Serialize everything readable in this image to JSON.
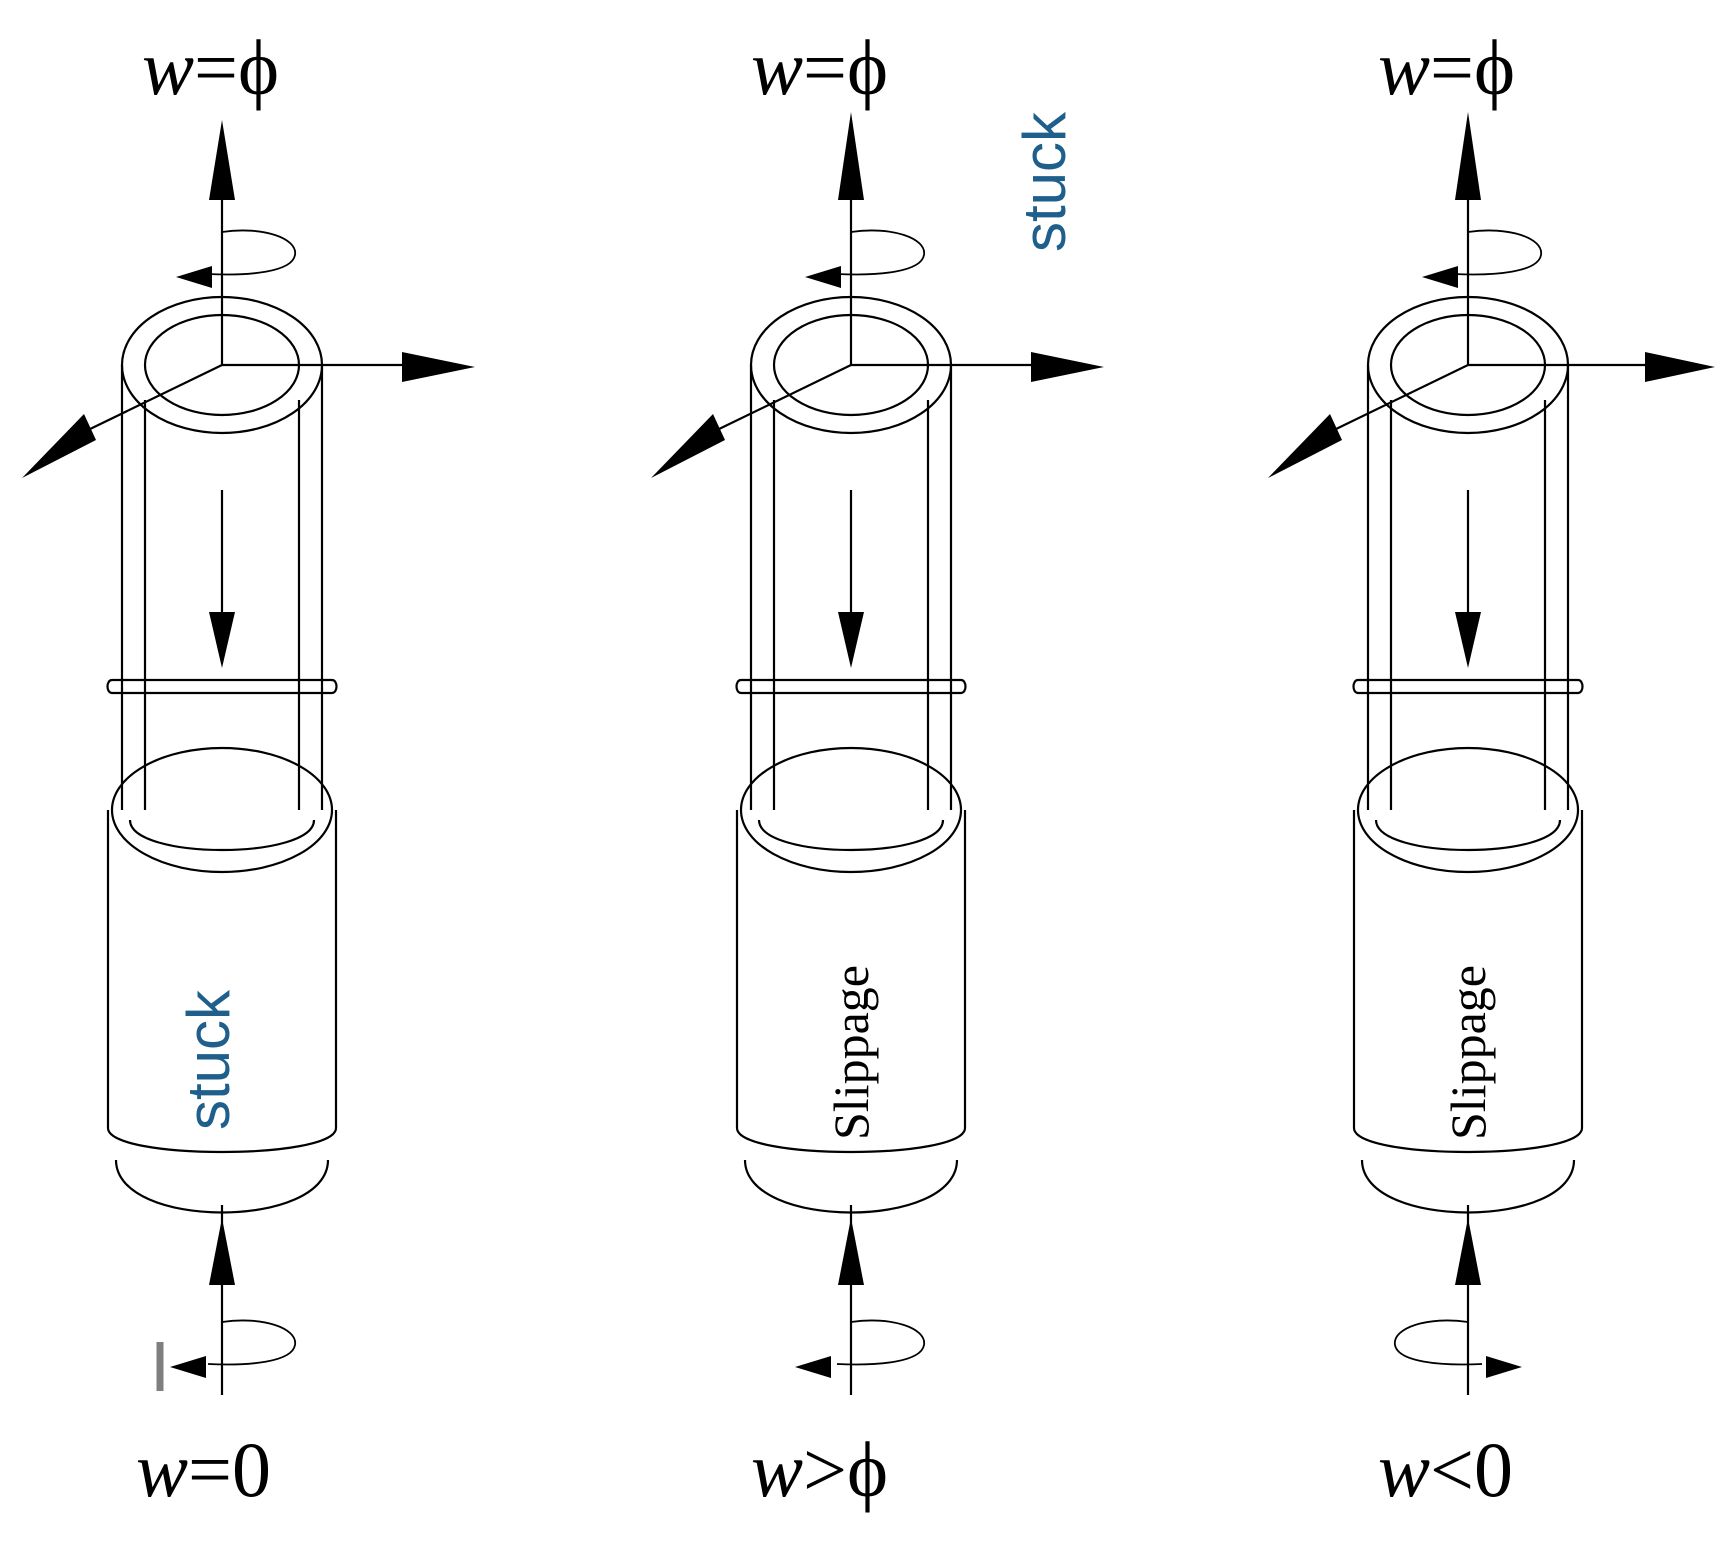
{
  "panels": [
    {
      "id": "left",
      "top_var": "w",
      "top_rel": "=",
      "top_value": "ϕ",
      "bottom_var": "w",
      "bottom_rel": "=",
      "bottom_value": "0",
      "body_label": "stuck"
    },
    {
      "id": "middle",
      "top_var": "w",
      "top_rel": "=",
      "top_value": "ϕ",
      "bottom_var": "w",
      "bottom_rel": ">",
      "bottom_value": "ϕ",
      "body_label": "Slippage"
    },
    {
      "id": "right",
      "top_var": "w",
      "top_rel": "=",
      "top_value": "ϕ",
      "bottom_var": "w",
      "bottom_rel": "<",
      "bottom_value": "0",
      "body_label": "Slippage"
    }
  ],
  "side_label": "stuck",
  "colors": {
    "line": "#000000",
    "stuck_text": "#1f5f8b",
    "stuck_accent": "#d9861f",
    "background": "#ffffff"
  }
}
